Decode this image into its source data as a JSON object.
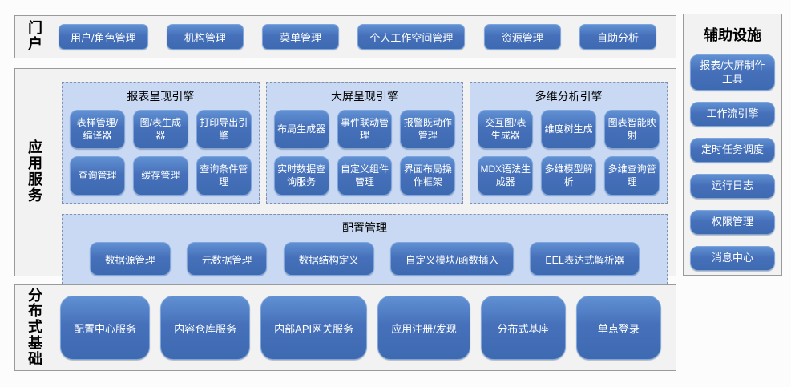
{
  "colors": {
    "button_blue": "#4472c4",
    "panel_bg": "#f2f2f2",
    "group_box_bg": "#c9d9f3",
    "button_text": "#ffffff"
  },
  "portal": {
    "label": "门户",
    "buttons": [
      "用户/角色管理",
      "机构管理",
      "菜单管理",
      "个人工作空间管理",
      "资源管理",
      "自助分析"
    ]
  },
  "app_services": {
    "label": "应用服务",
    "engines": [
      {
        "title": "报表呈现引擎",
        "modules": [
          "表样管理/编译器",
          "图/表生成器",
          "打印导出引擎",
          "查询管理",
          "缓存管理",
          "查询条件管理"
        ]
      },
      {
        "title": "大屏呈现引擎",
        "modules": [
          "布局生成器",
          "事件联动管理",
          "报警既动作管理",
          "实时数据查询服务",
          "自定义组件管理",
          "界面布局操作框架"
        ]
      },
      {
        "title": "多维分析引擎",
        "modules": [
          "交互图/表生成器",
          "维度树生成",
          "图表智能映射",
          "MDX语法生成器",
          "多维模型解析",
          "多维查询管理"
        ]
      }
    ],
    "config": {
      "title": "配置管理",
      "modules": [
        "数据源管理",
        "元数据管理",
        "数据结构定义",
        "自定义模块/函数插入",
        "EEL表达式解析器"
      ]
    }
  },
  "distributed": {
    "label": "分布式基础",
    "buttons": [
      "配置中心服务",
      "内容仓库服务",
      "内部API网关服务",
      "应用注册/发现",
      "分布式基座",
      "单点登录"
    ]
  },
  "auxiliary": {
    "title": "辅助设施",
    "buttons": [
      "报表/大屏制作工具",
      "工作流引擎",
      "定时任务调度",
      "运行日志",
      "权限管理",
      "消息中心"
    ]
  }
}
